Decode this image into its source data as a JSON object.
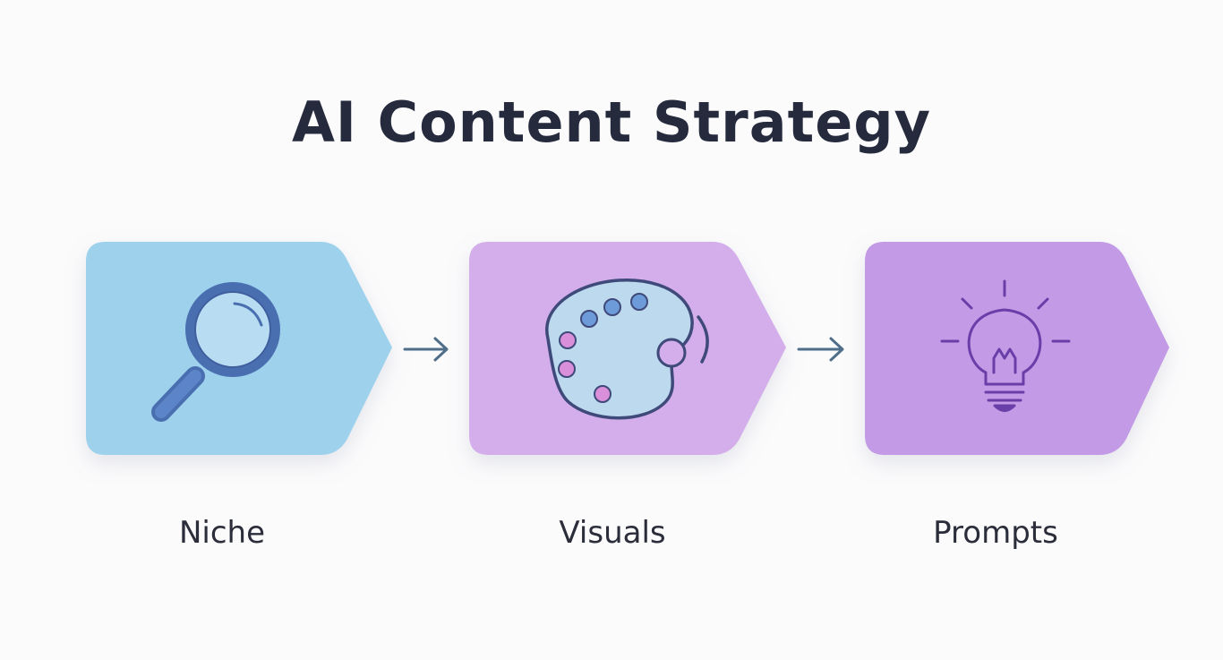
{
  "title": "AI Content Strategy",
  "steps": [
    {
      "label": "Niche",
      "icon": "magnifying-glass-icon",
      "color": "#9dd1ec",
      "stroke": "#4a6fb0"
    },
    {
      "label": "Visuals",
      "icon": "palette-icon",
      "color": "#d3aeea",
      "stroke": "#3f4a7a"
    },
    {
      "label": "Prompts",
      "icon": "lightbulb-icon",
      "color": "#c29ae6",
      "stroke": "#6a3ea8"
    }
  ],
  "connectors": [
    {
      "from": "Niche",
      "to": "Visuals"
    },
    {
      "from": "Visuals",
      "to": "Prompts"
    }
  ]
}
